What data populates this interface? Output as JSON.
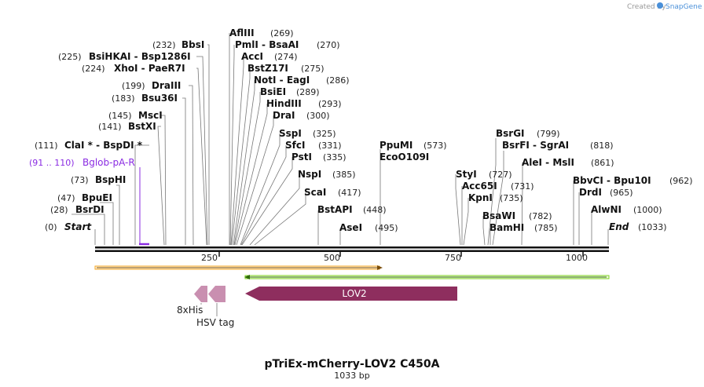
{
  "brand": {
    "created_by": "Created by",
    "name": "SnapGene"
  },
  "plasmid": {
    "name": "pTriEx-mCherry-LOV2 C450A",
    "length": "1033 bp",
    "length_bp": 1033
  },
  "ticks": [
    "250",
    "500",
    "750",
    "1000"
  ],
  "ends": {
    "start_label": "Start",
    "start_pos": "(0)",
    "end_label": "End",
    "end_pos": "(1033)"
  },
  "enzymes": [
    {
      "text": "AflIII",
      "pos": "(269)"
    },
    {
      "text": "PmlI  -  BsaAI",
      "pos": "(270)"
    },
    {
      "text": "AccI",
      "pos": "(274)"
    },
    {
      "text": "BstZ17I",
      "pos": "(275)"
    },
    {
      "text": "NotI  -  EagI",
      "pos": "(286)"
    },
    {
      "text": "BsiEI",
      "pos": "(289)"
    },
    {
      "text": "HindIII",
      "pos": "(293)"
    },
    {
      "text": "DraI",
      "pos": "(300)"
    },
    {
      "text": "SspI",
      "pos": "(325)"
    },
    {
      "text": "SfcI",
      "pos": "(331)"
    },
    {
      "text": "PstI",
      "pos": "(335)"
    },
    {
      "text": "NspI",
      "pos": "(385)"
    },
    {
      "text": "ScaI",
      "pos": "(417)"
    },
    {
      "text": "BstAPI",
      "pos": "(448)"
    },
    {
      "text": "AseI",
      "pos": "(495)"
    },
    {
      "text": "PpuMI",
      "pos": "(573)"
    },
    {
      "text": "EcoO109I",
      "pos": ""
    },
    {
      "text": "BbsI",
      "pos": "(232)"
    },
    {
      "text": "BsiHKAI  -  Bsp1286I",
      "pos": "(225)"
    },
    {
      "text": "XhoI  -  PaeR7I",
      "pos": "(224)"
    },
    {
      "text": "DraIII",
      "pos": "(199)"
    },
    {
      "text": "Bsu36I",
      "pos": "(183)"
    },
    {
      "text": "MscI",
      "pos": "(145)"
    },
    {
      "text": "BstXI",
      "pos": "(141)"
    },
    {
      "text": "ClaI *  -  BspDI *",
      "pos": "(111)"
    },
    {
      "text": "BspHI",
      "pos": "(73)"
    },
    {
      "text": "BpuEI",
      "pos": "(47)"
    },
    {
      "text": "BsrDI",
      "pos": "(28)"
    },
    {
      "text": "BsrGI",
      "pos": "(799)"
    },
    {
      "text": "BsrFI  -  SgrAI",
      "pos": "(818)"
    },
    {
      "text": "AleI  -  MslI",
      "pos": "(861)"
    },
    {
      "text": "StyI",
      "pos": "(727)"
    },
    {
      "text": "Acc65I",
      "pos": "(731)"
    },
    {
      "text": "KpnI",
      "pos": "(735)"
    },
    {
      "text": "BsaWI",
      "pos": "(782)"
    },
    {
      "text": "BamHI",
      "pos": "(785)"
    },
    {
      "text": "BbvCI  -  Bpu10I",
      "pos": "(962)"
    },
    {
      "text": "DrdI",
      "pos": "(965)"
    },
    {
      "text": "AlwNI",
      "pos": "(1000)"
    }
  ],
  "primer": {
    "range": "(91 .. 110)",
    "name": "Bglob-pA-R",
    "color": "#8a2be2"
  },
  "features": [
    {
      "name": "LOV2",
      "color": "#8e2e5e"
    },
    {
      "name": "HSV tag",
      "color": "#c98fb0"
    },
    {
      "name": "8xHis",
      "color": "#c98fb0"
    }
  ],
  "orfs": [
    {
      "color": "#f5a623"
    },
    {
      "color": "#7ed321"
    }
  ]
}
